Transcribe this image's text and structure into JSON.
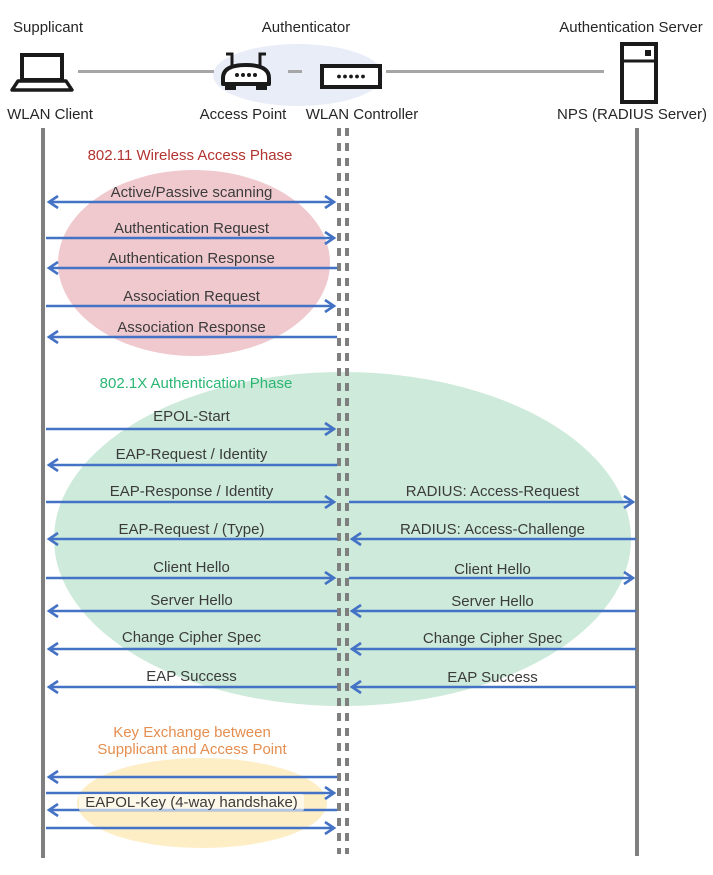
{
  "header": {
    "roles": {
      "left": "Supplicant",
      "center": "Authenticator",
      "right": "Authentication Server"
    },
    "devices": {
      "client": "WLAN Client",
      "ap": "Access Point",
      "controller": "WLAN Controller",
      "server": "NPS (RADIUS Server)"
    }
  },
  "phases": {
    "wireless": {
      "title": "802.11 Wireless Access Phase"
    },
    "auth": {
      "title": "802.1X Authentication Phase"
    },
    "key": {
      "title_line1": "Key Exchange between",
      "title_line2": "Supplicant and Access Point",
      "label": "EAPOL-Key (4-way handshake)"
    }
  },
  "sequence": {
    "wireless": [
      {
        "label": "Active/Passive scanning",
        "dir": "both"
      },
      {
        "label": "Authentication Request",
        "dir": "right"
      },
      {
        "label": "Authentication Response",
        "dir": "left"
      },
      {
        "label": "Association Request",
        "dir": "right"
      },
      {
        "label": "Association Response",
        "dir": "left"
      }
    ],
    "auth_left": [
      {
        "label": "EPOL-Start",
        "dir": "right"
      },
      {
        "label": "EAP-Request / Identity",
        "dir": "left"
      },
      {
        "label": "EAP-Response / Identity",
        "dir": "right"
      },
      {
        "label": "EAP-Request / (Type)",
        "dir": "left"
      },
      {
        "label": "Client Hello",
        "dir": "right"
      },
      {
        "label": "Server Hello",
        "dir": "left"
      },
      {
        "label": "Change Cipher Spec",
        "dir": "left"
      },
      {
        "label": "EAP Success",
        "dir": "left"
      }
    ],
    "auth_right": [
      {
        "label": "RADIUS: Access-Request",
        "dir": "right"
      },
      {
        "label": "RADIUS: Access-Challenge",
        "dir": "left"
      },
      {
        "label": "Client Hello",
        "dir": "right"
      },
      {
        "label": "Server Hello",
        "dir": "left"
      },
      {
        "label": "Change Cipher Spec",
        "dir": "left"
      },
      {
        "label": "EAP Success",
        "dir": "left"
      }
    ],
    "key_arrows": [
      "left",
      "right",
      "left",
      "right"
    ]
  },
  "colors": {
    "arrow": "#4472c4",
    "lifeline": "#7f7f7f",
    "connector": "#a6a6a6",
    "wireless_title": "#b23430",
    "wireless_fill": "#efc9ce",
    "auth_title": "#2bb673",
    "auth_fill": "#cdeada",
    "key_title": "#e58e4f",
    "key_fill": "#fdeec6",
    "authenticator_fill": "#e9edf8"
  }
}
